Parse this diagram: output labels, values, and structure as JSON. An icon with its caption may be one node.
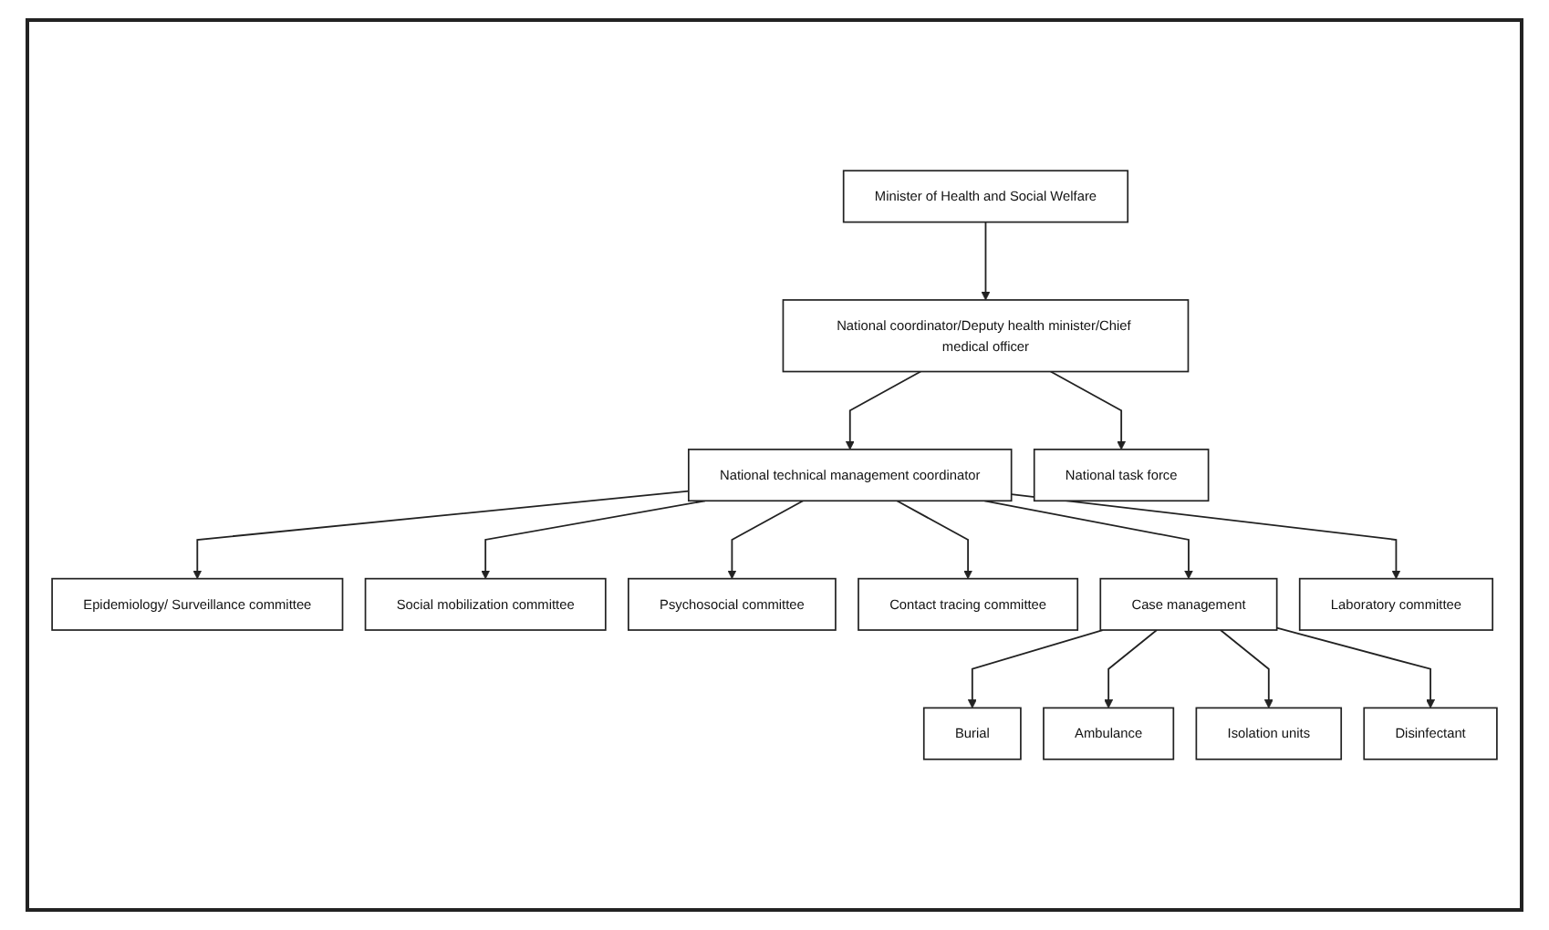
{
  "diagram": {
    "nodes": [
      {
        "text": [
          "Minister of Health and Social Welfare"
        ]
      },
      {
        "text": [
          "National coordinator/Deputy health minister/Chief medical officer"
        ]
      },
      {
        "text": [
          "National task force"
        ]
      },
      {
        "text": [
          "National technical management coordinator"
        ]
      },
      {
        "text": [
          "Epidemiology/ Surveillance committee"
        ]
      },
      {
        "text": [
          "Social mobilization committee"
        ]
      },
      {
        "text": [
          "Psychosocial committee"
        ]
      },
      {
        "text": [
          "Contact tracing committee"
        ]
      },
      {
        "text": [
          "Case management"
        ]
      },
      {
        "text": [
          "Laboratory committee"
        ]
      },
      {
        "text": [
          "Burial"
        ]
      },
      {
        "text": [
          "Ambulance"
        ]
      },
      {
        "text": [
          "Isolation units"
        ]
      },
      {
        "text": [
          "Disinfectant"
        ]
      }
    ],
    "edges": [
      {
        "from": 0,
        "to": 1,
        "arrow": "to"
      },
      {
        "from": 1,
        "to": 2,
        "arrow": "to"
      },
      {
        "from": 1,
        "to": 3,
        "arrow": "to"
      },
      {
        "from": 3,
        "to": 4,
        "arrow": "to"
      },
      {
        "from": 3,
        "to": 5,
        "arrow": "to"
      },
      {
        "from": 3,
        "to": 6,
        "arrow": "to"
      },
      {
        "from": 3,
        "to": 7,
        "arrow": "to"
      },
      {
        "from": 3,
        "to": 8,
        "arrow": "to"
      },
      {
        "from": 3,
        "to": 9,
        "arrow": "to"
      },
      {
        "from": 8,
        "to": 10,
        "arrow": "to"
      },
      {
        "from": 8,
        "to": 11,
        "arrow": "to"
      },
      {
        "from": 8,
        "to": 12,
        "arrow": "to"
      },
      {
        "from": 8,
        "to": 13,
        "arrow": "to"
      }
    ]
  }
}
